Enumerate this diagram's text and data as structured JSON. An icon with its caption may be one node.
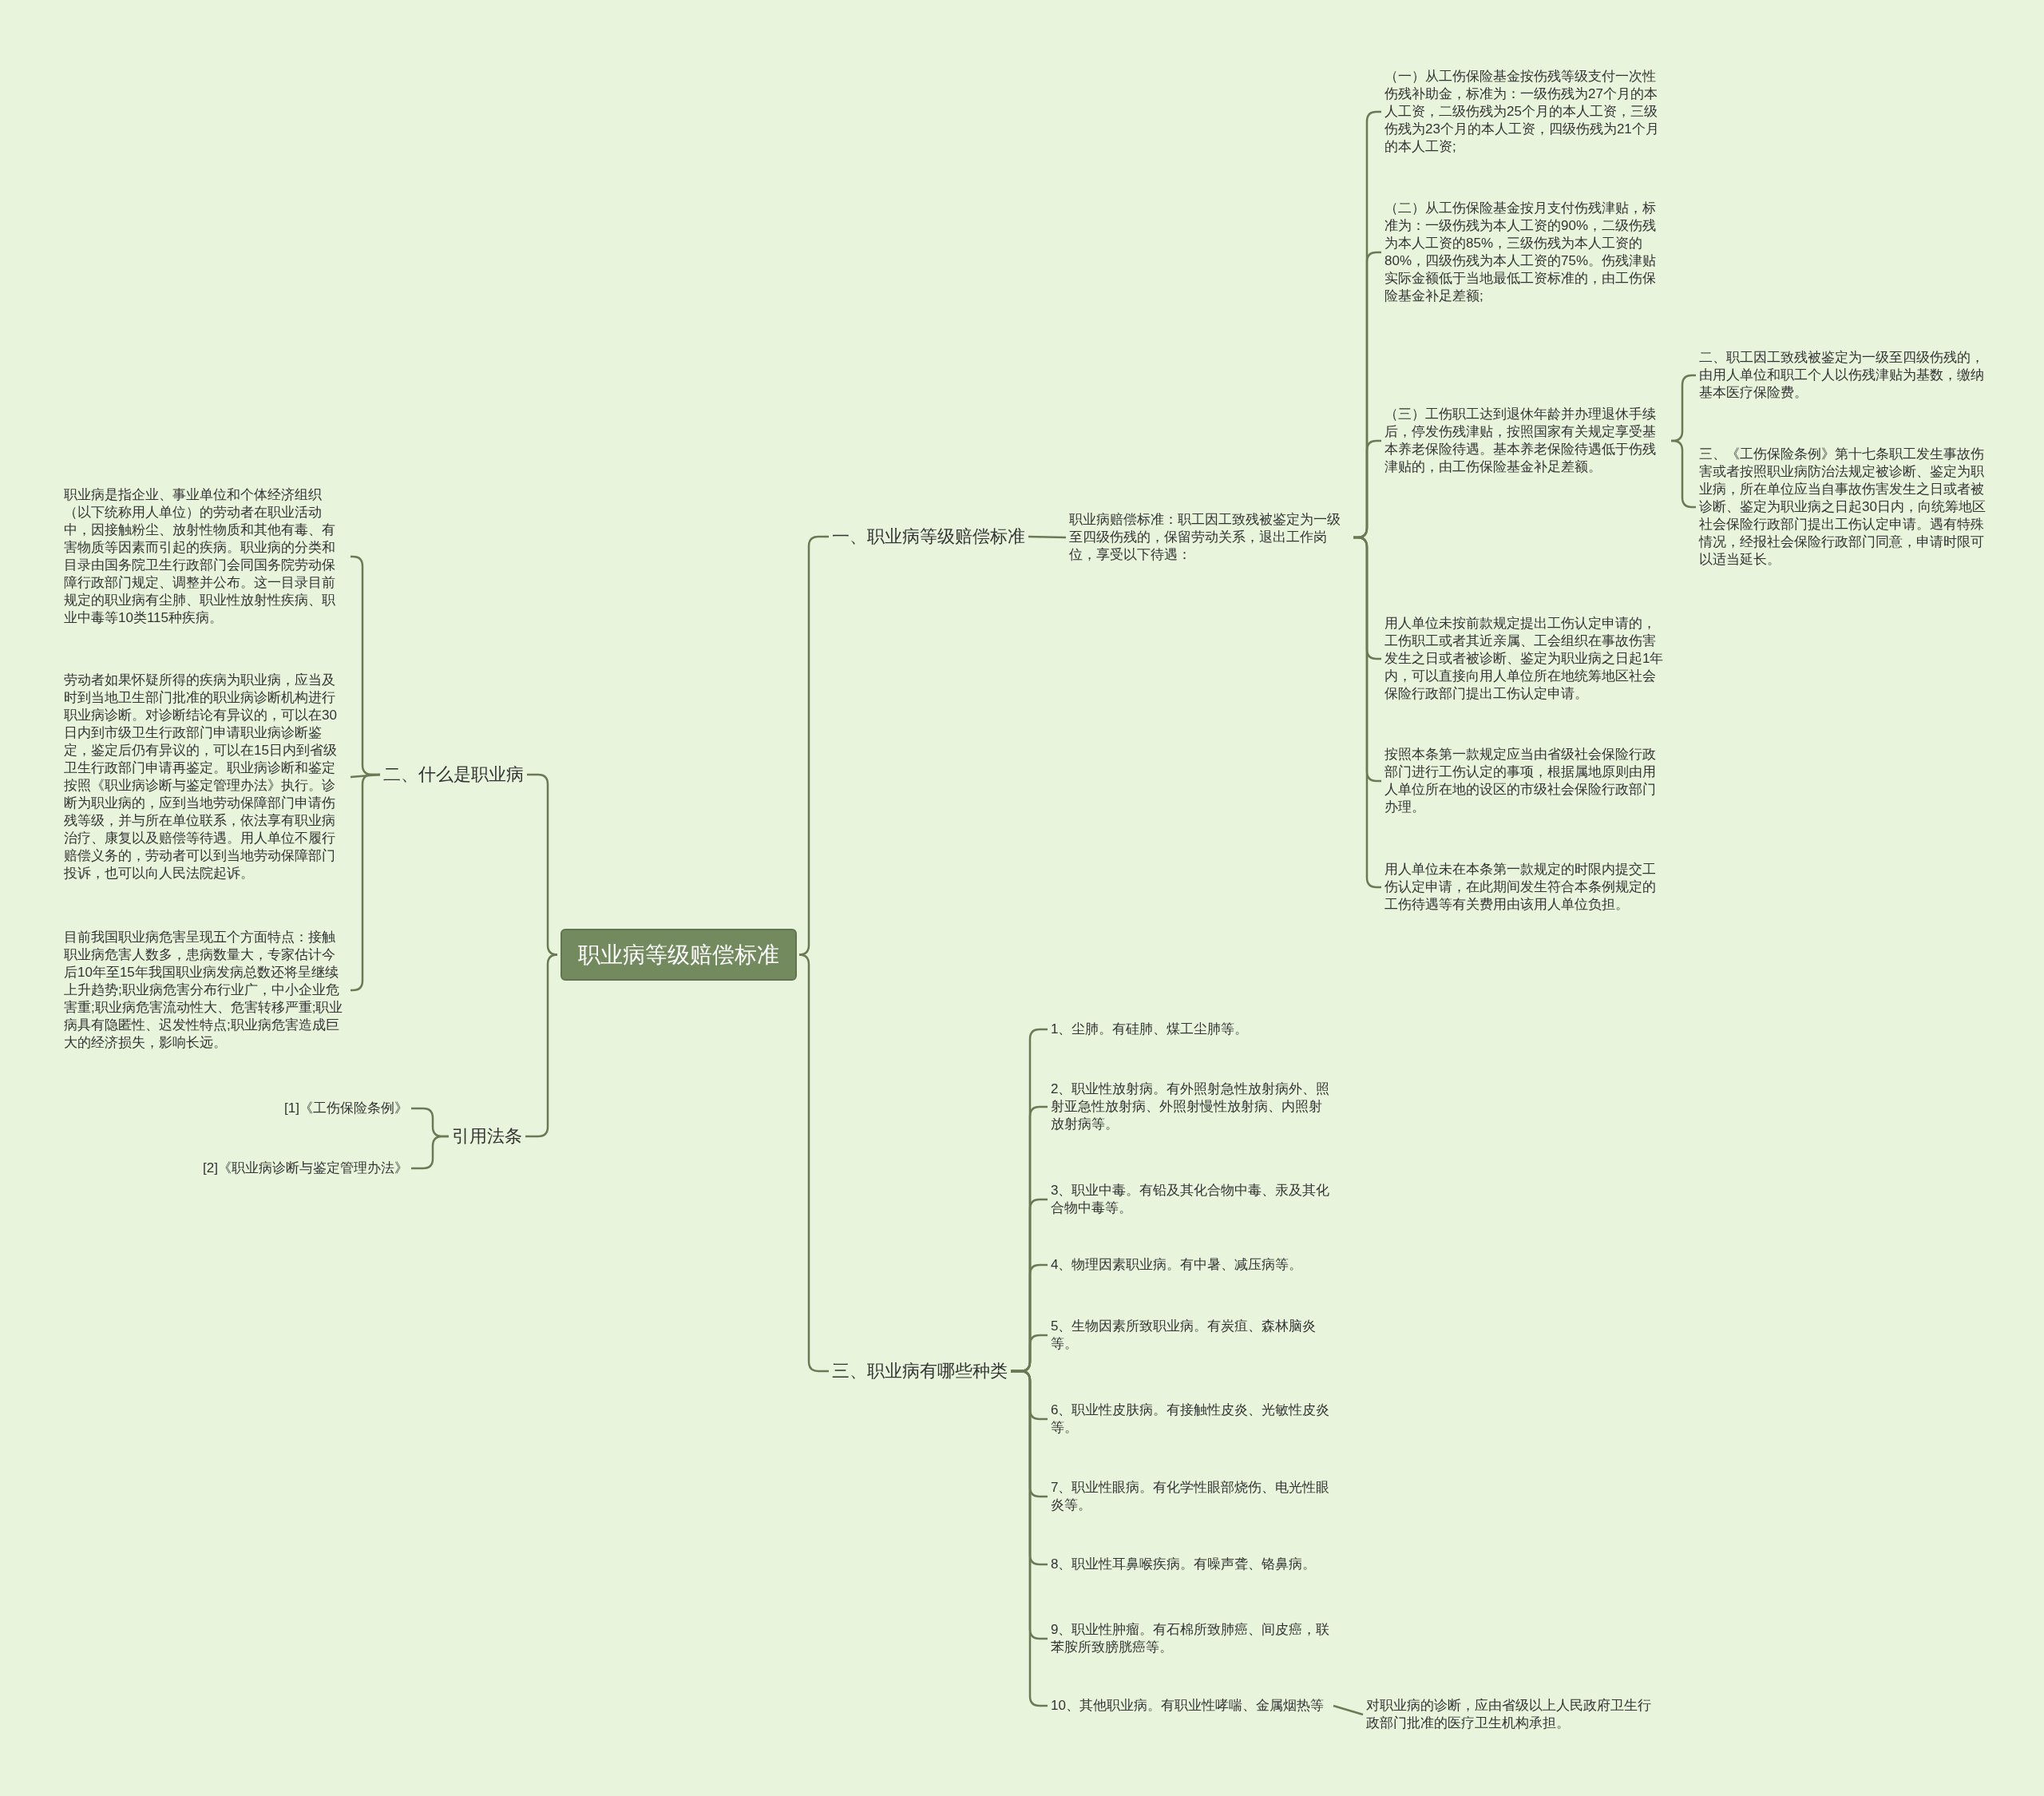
{
  "diagram": {
    "nodes": [
      {
        "text": [
          "职业病等级赔偿标准"
        ]
      },
      {
        "text": [
          "一、职业病等级赔偿标准"
        ]
      },
      {
        "text": [
          "职业病赔偿标准：职工因工致残被鉴定为一级至四级伤残的，保留劳动关系，退出工作岗位，享受以下待遇："
        ]
      },
      {
        "text": [
          "（一）从工伤保险基金按伤残等级支付一次性伤残补助金，标准为：一级伤残为27个月的本人工资，二级伤残为25个月的本人工资，三级伤残为23个月的本人工资，四级伤残为21个月的本人工资;"
        ]
      },
      {
        "text": [
          "（二）从工伤保险基金按月支付伤残津贴，标准为：一级伤残为本人工资的90%，二级伤残为本人工资的85%，三级伤残为本人工资的80%，四级伤残为本人工资的75%。伤残津贴实际金额低于当地最低工资标准的，由工伤保险基金补足差额;"
        ]
      },
      {
        "text": [
          "（三）工伤职工达到退休年龄并办理退休手续后，停发伤残津贴，按照国家有关规定享受基本养老保险待遇。基本养老保险待遇低于伤残津贴的，由工伤保险基金补足差额。"
        ]
      },
      {
        "text": [
          "二、职工因工致残被鉴定为一级至四级伤残的，由用人单位和职工个人以伤残津贴为基数，缴纳基本医疗保险费。"
        ]
      },
      {
        "text": [
          "三、《工伤保险条例》第十七条职工发生事故伤害或者按照职业病防治法规定被诊断、鉴定为职业病，所在单位应当自事故伤害发生之日或者被诊断、鉴定为职业病之日起30日内，向统筹地区社会保险行政部门提出工伤认定申请。遇有特殊情况，经报社会保险行政部门同意，申请时限可以适当延长。"
        ]
      },
      {
        "text": [
          "用人单位未按前款规定提出工伤认定申请的，工伤职工或者其近亲属、工会组织在事故伤害发生之日或者被诊断、鉴定为职业病之日起1年内，可以直接向用人单位所在地统筹地区社会保险行政部门提出工伤认定申请。"
        ]
      },
      {
        "text": [
          "按照本条第一款规定应当由省级社会保险行政部门进行工伤认定的事项，根据属地原则由用人单位所在地的设区的市级社会保险行政部门办理。"
        ]
      },
      {
        "text": [
          "用人单位未在本条第一款规定的时限内提交工伤认定申请，在此期间发生符合本条例规定的工伤待遇等有关费用由该用人单位负担。"
        ]
      },
      {
        "text": [
          "二、什么是职业病"
        ]
      },
      {
        "text": [
          "职业病是指企业、事业单位和个体经济组织（以下统称用人单位）的劳动者在职业活动中，因接触粉尘、放射性物质和其他有毒、有害物质等因素而引起的疾病。职业病的分类和目录由国务院卫生行政部门会同国务院劳动保障行政部门规定、调整并公布。这一目录目前规定的职业病有尘肺、职业性放射性疾病、职业中毒等10类115种疾病。"
        ]
      },
      {
        "text": [
          "劳动者如果怀疑所得的疾病为职业病，应当及时到当地卫生部门批准的职业病诊断机构进行职业病诊断。对诊断结论有异议的，可以在30日内到市级卫生行政部门申请职业病诊断鉴定，鉴定后仍有异议的，可以在15日内到省级卫生行政部门申请再鉴定。职业病诊断和鉴定按照《职业病诊断与鉴定管理办法》执行。诊断为职业病的，应到当地劳动保障部门申请伤残等级，并与所在单位联系，依法享有职业病治疗、康复以及赔偿等待遇。用人单位不履行赔偿义务的，劳动者可以到当地劳动保障部门投诉，也可以向人民法院起诉。"
        ]
      },
      {
        "text": [
          "目前我国职业病危害呈现五个方面特点：接触职业病危害人数多，患病数量大，专家估计今后10年至15年我国职业病发病总数还将呈继续上升趋势;职业病危害分布行业广，中小企业危害重;职业病危害流动性大、危害转移严重;职业病具有隐匿性、迟发性特点;职业病危害造成巨大的经济损失，影响长远。"
        ]
      },
      {
        "text": [
          "引用法条"
        ]
      },
      {
        "text": [
          "[1]《工伤保险条例》"
        ]
      },
      {
        "text": [
          "[2]《职业病诊断与鉴定管理办法》"
        ]
      },
      {
        "text": [
          "三、职业病有哪些种类"
        ]
      },
      {
        "text": [
          "1、尘肺。有硅肺、煤工尘肺等。"
        ]
      },
      {
        "text": [
          "2、职业性放射病。有外照射急性放射病外、照射亚急性放射病、外照射慢性放射病、内照射放射病等。"
        ]
      },
      {
        "text": [
          "3、职业中毒。有铅及其化合物中毒、汞及其化合物中毒等。"
        ]
      },
      {
        "text": [
          "4、物理因素职业病。有中暑、减压病等。"
        ]
      },
      {
        "text": [
          "5、生物因素所致职业病。有炭疽、森林脑炎等。"
        ]
      },
      {
        "text": [
          "6、职业性皮肤病。有接触性皮炎、光敏性皮炎等。"
        ]
      },
      {
        "text": [
          "7、职业性眼病。有化学性眼部烧伤、电光性眼炎等。"
        ]
      },
      {
        "text": [
          "8、职业性耳鼻喉疾病。有噪声聋、铬鼻病。"
        ]
      },
      {
        "text": [
          "9、职业性肿瘤。有石棉所致肺癌、间皮癌，联苯胺所致膀胱癌等。"
        ]
      },
      {
        "text": [
          "10、其他职业病。有职业性哮喘、金属烟热等"
        ]
      },
      {
        "text": [
          "对职业病的诊断，应由省级以上人民政府卫生行政部门批准的医疗卫生机构承担。"
        ]
      }
    ],
    "edges": [
      {
        "from": 0,
        "to": 1,
        "arrow": "none"
      },
      {
        "from": 1,
        "to": 2,
        "arrow": "none"
      },
      {
        "from": 2,
        "to": 3,
        "arrow": "none"
      },
      {
        "from": 2,
        "to": 4,
        "arrow": "none"
      },
      {
        "from": 2,
        "to": 5,
        "arrow": "none"
      },
      {
        "from": 5,
        "to": 6,
        "arrow": "none"
      },
      {
        "from": 5,
        "to": 7,
        "arrow": "none"
      },
      {
        "from": 2,
        "to": 8,
        "arrow": "none"
      },
      {
        "from": 2,
        "to": 9,
        "arrow": "none"
      },
      {
        "from": 2,
        "to": 10,
        "arrow": "none"
      },
      {
        "from": 0,
        "to": 11,
        "arrow": "none"
      },
      {
        "from": 11,
        "to": 12,
        "arrow": "none"
      },
      {
        "from": 11,
        "to": 13,
        "arrow": "none"
      },
      {
        "from": 11,
        "to": 14,
        "arrow": "none"
      },
      {
        "from": 0,
        "to": 15,
        "arrow": "none"
      },
      {
        "from": 15,
        "to": 16,
        "arrow": "none"
      },
      {
        "from": 15,
        "to": 17,
        "arrow": "none"
      },
      {
        "from": 0,
        "to": 18,
        "arrow": "none"
      },
      {
        "from": 18,
        "to": 19,
        "arrow": "none"
      },
      {
        "from": 18,
        "to": 20,
        "arrow": "none"
      },
      {
        "from": 18,
        "to": 21,
        "arrow": "none"
      },
      {
        "from": 18,
        "to": 22,
        "arrow": "none"
      },
      {
        "from": 18,
        "to": 23,
        "arrow": "none"
      },
      {
        "from": 18,
        "to": 24,
        "arrow": "none"
      },
      {
        "from": 18,
        "to": 25,
        "arrow": "none"
      },
      {
        "from": 18,
        "to": 26,
        "arrow": "none"
      },
      {
        "from": 18,
        "to": 27,
        "arrow": "none"
      },
      {
        "from": 18,
        "to": 28,
        "arrow": "none"
      },
      {
        "from": 28,
        "to": 29,
        "arrow": "none"
      }
    ]
  }
}
